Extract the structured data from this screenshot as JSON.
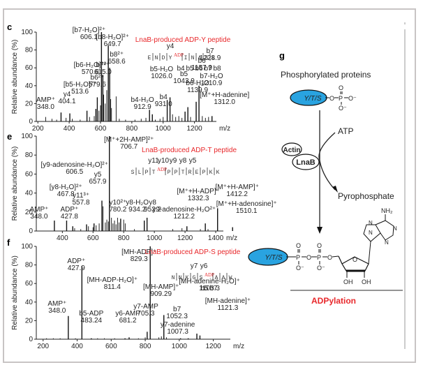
{
  "chart_data": [
    {
      "type": "bar",
      "panel": "c",
      "title": "LnaB-produced ADP-Y peptide",
      "xlabel": "m/z",
      "ylabel": "Relative abundance (%)",
      "xlim": [
        190,
        1340
      ],
      "ylim": [
        0,
        100
      ],
      "xticks": [
        "200",
        "400",
        "600",
        "800",
        "1000",
        "1200"
      ],
      "yticks": [
        "0",
        "20",
        "40",
        "60",
        "80",
        "100"
      ],
      "sequence": {
        "residues": [
          "E",
          "N",
          "D",
          "Y",
          "I",
          "N",
          "A",
          "S",
          "L"
        ],
        "modified_index": 3,
        "mod_label": "ADP",
        "top_ions": [
          "y4"
        ],
        "bottom_ions": [
          "b4",
          "b5",
          "b6",
          "b7",
          "b8"
        ]
      },
      "peaks": [
        {
          "mz": 348.0,
          "value": 10,
          "label": "AMP⁺",
          "label2": "348.0"
        },
        {
          "mz": 404.1,
          "value": 9,
          "label": "y4",
          "label2": "404.1"
        },
        {
          "mz": 513.6,
          "value": 12,
          "label": "[b5-H₂O]²⁺",
          "label2": "513.6"
        },
        {
          "mz": 570.6,
          "value": 14,
          "label": "[b6-H₂O]²⁺",
          "label2": "570.6"
        },
        {
          "mz": 579.6,
          "value": 27,
          "label": "b6²⁺",
          "label2": "579.6"
        },
        {
          "mz": 606.1,
          "value": 100,
          "label": "[b7-H₂O]²⁺",
          "label2": "606.1"
        },
        {
          "mz": 615.0,
          "value": 52,
          "label": "b7²⁺",
          "label2": "615.0"
        },
        {
          "mz": 649.7,
          "value": 85,
          "label": "[b8-H₂O]²⁺",
          "label2": "649.7"
        },
        {
          "mz": 658.6,
          "value": 60,
          "label": "b8²⁺",
          "label2": "658.6"
        },
        {
          "mz": 912.9,
          "value": 13,
          "label": "b4-H₂O",
          "label2": "912.9"
        },
        {
          "mz": 931.0,
          "value": 8,
          "label": "b4",
          "label2": "931.0"
        },
        {
          "mz": 1026.0,
          "value": 24,
          "label": "b5-H₂O",
          "label2": "1026.0"
        },
        {
          "mz": 1043.9,
          "value": 27,
          "label": "b5",
          "label2": "1043.9"
        },
        {
          "mz": 1139.9,
          "value": 11,
          "label": "b6-H₂O",
          "label2": "1139.9"
        },
        {
          "mz": 1157.9,
          "value": 16,
          "label": "b6",
          "label2": "1157.9"
        },
        {
          "mz": 1210.9,
          "value": 22,
          "label": "b7-H₂O",
          "label2": "1210.9"
        },
        {
          "mz": 1228.9,
          "value": 40,
          "label": "b7",
          "label2": "1228.9"
        },
        {
          "mz": 1312.0,
          "value": 6,
          "label": "[M⁺+H-adenine]",
          "label2": "1312.0"
        }
      ],
      "minor_peaks": [
        [
          250,
          5
        ],
        [
          290,
          3
        ],
        [
          320,
          2
        ],
        [
          380,
          4
        ],
        [
          420,
          3
        ],
        [
          470,
          2
        ],
        [
          530,
          5
        ],
        [
          560,
          6
        ],
        [
          590,
          12
        ],
        [
          600,
          18
        ],
        [
          620,
          30
        ],
        [
          630,
          20
        ],
        [
          640,
          35
        ],
        [
          665,
          25
        ],
        [
          670,
          15
        ],
        [
          700,
          28
        ],
        [
          720,
          3
        ],
        [
          760,
          2
        ],
        [
          820,
          2
        ],
        [
          860,
          3
        ],
        [
          890,
          4
        ],
        [
          950,
          2
        ],
        [
          980,
          3
        ],
        [
          1000,
          5
        ],
        [
          1060,
          8
        ],
        [
          1080,
          5
        ],
        [
          1100,
          6
        ],
        [
          1120,
          4
        ],
        [
          1175,
          5
        ],
        [
          1250,
          6
        ],
        [
          1270,
          4
        ],
        [
          1290,
          5
        ]
      ]
    },
    {
      "type": "bar",
      "panel": "e",
      "title": "LnaB-produced ADP-T peptide",
      "xlabel": "m/z",
      "ylabel": "Relative abundance (%)",
      "xlim": [
        230,
        1450
      ],
      "ylim": [
        0,
        100
      ],
      "xticks": [
        "400",
        "600",
        "800",
        "1000",
        "1200",
        "1400"
      ],
      "yticks": [
        "0",
        "20",
        "40",
        "60",
        "80",
        "100"
      ],
      "sequence": {
        "residues": [
          "S",
          "L",
          "P",
          "T",
          "P",
          "P",
          "T",
          "R",
          "E",
          "P",
          "K",
          "K"
        ],
        "modified_index": 3,
        "mod_label": "ADP",
        "top_ions": [
          "y11",
          "y10",
          "y9",
          "y8",
          "y5"
        ],
        "bottom_ions": []
      },
      "peaks": [
        {
          "mz": 348.0,
          "value": 11,
          "label": "AMP⁺",
          "label2": "348.0"
        },
        {
          "mz": 427.8,
          "value": 11,
          "label": "ADP⁺",
          "label2": "427.8"
        },
        {
          "mz": 467.8,
          "value": 5,
          "label": "[y8-H₂O]²⁺",
          "label2": "467.8"
        },
        {
          "mz": 557.8,
          "value": 7,
          "label": "y11³⁺",
          "label2": "557.8"
        },
        {
          "mz": 606.5,
          "value": 8,
          "label": "[y9-adenosine-H₂O]²⁺",
          "label2": "606.5"
        },
        {
          "mz": 657.9,
          "value": 32,
          "label": "y5",
          "label2": "657.9"
        },
        {
          "mz": 706.7,
          "value": 100,
          "label": "[M⁺+2H-AMP]²⁺",
          "label2": "706.7"
        },
        {
          "mz": 780.2,
          "value": 13,
          "label": "y10²⁺",
          "label2": "780.2"
        },
        {
          "mz": 934.2,
          "value": 11,
          "label": "y8-H₂O",
          "label2": "934.2"
        },
        {
          "mz": 952.2,
          "value": 14,
          "label": "y8",
          "label2": "952.2"
        },
        {
          "mz": 1212.2,
          "value": 5,
          "label": "y9-adenosine-H₂O²⁺",
          "label2": "1212.2"
        },
        {
          "mz": 1332.3,
          "value": 8,
          "label": "[M⁺+H-ADP]⁺",
          "label2": "1332.3"
        },
        {
          "mz": 1412.2,
          "value": 24,
          "label": "[M⁺+H-AMP]⁺",
          "label2": "1412.2"
        },
        {
          "mz": 1510.1,
          "value": 4,
          "label": "[M⁺+H-adenosine]⁺",
          "label2": "1510.1"
        }
      ],
      "minor_peaks": [
        [
          480,
          3
        ],
        [
          520,
          2
        ],
        [
          570,
          5
        ],
        [
          600,
          4
        ],
        [
          620,
          6
        ],
        [
          640,
          8
        ],
        [
          665,
          26
        ],
        [
          680,
          9
        ],
        [
          690,
          12
        ],
        [
          700,
          10
        ],
        [
          720,
          14
        ],
        [
          730,
          8
        ],
        [
          740,
          11
        ],
        [
          750,
          7
        ],
        [
          760,
          14
        ],
        [
          770,
          9
        ],
        [
          800,
          12
        ],
        [
          810,
          8
        ],
        [
          870,
          2
        ],
        [
          1120,
          2
        ],
        [
          1180,
          3
        ],
        [
          1300,
          2
        ],
        [
          1350,
          2
        ]
      ]
    },
    {
      "type": "bar",
      "panel": "f",
      "title": "LnaB-produced ADP-S peptide",
      "xlabel": "m/z",
      "ylabel": "Relative abundance (%)",
      "xlim": [
        160,
        1300
      ],
      "ylim": [
        0,
        100
      ],
      "xticks": [
        "200",
        "400",
        "600",
        "800",
        "1000",
        "1200"
      ],
      "yticks": [
        "0",
        "20",
        "40",
        "60",
        "80",
        "100"
      ],
      "sequence": {
        "residues": [
          "N",
          "N",
          "K",
          "G",
          "S",
          "A",
          "A",
          "W"
        ],
        "modified_index": 4,
        "mod_label": "ADP",
        "top_ions": [
          "y7",
          "y6"
        ],
        "bottom_ions": [
          "b5",
          "b7"
        ]
      },
      "peaks": [
        {
          "mz": 348.0,
          "value": 25,
          "label": "AMP⁺",
          "label2": "348.0"
        },
        {
          "mz": 427.9,
          "value": 79,
          "label": "ADP⁺",
          "label2": "427.9"
        },
        {
          "mz": 483.24,
          "value": 1,
          "label": "b5-ADP",
          "label2": "483.24"
        },
        {
          "mz": 681.2,
          "value": 1,
          "label": "y6-AMP",
          "label2": "681.2"
        },
        {
          "mz": 705.3,
          "value": 2,
          "label": "y7-AMP",
          "label2": "705.3"
        },
        {
          "mz": 811.4,
          "value": 8,
          "label": "[MH-ADP-H₂O]⁺",
          "label2": "811.4"
        },
        {
          "mz": 829.3,
          "value": 100,
          "label": "[MH-ADP]⁺",
          "label2": "829.3"
        },
        {
          "mz": 909.29,
          "value": 26,
          "label": "[MH-AMP]⁺",
          "label2": "909.29"
        },
        {
          "mz": 1007.3,
          "value": 1,
          "label": "y7-adenine",
          "label2": "1007.3"
        },
        {
          "mz": 1052.3,
          "value": 1,
          "label": "b7",
          "label2": "1052.3"
        },
        {
          "mz": 1103.3,
          "value": 6,
          "label": "[MH-adenine-H₂O]⁺",
          "label2": "1103.3"
        },
        {
          "mz": 1121.3,
          "value": 4,
          "label": "[MH-adenine]⁺",
          "label2": "1121.3"
        }
      ],
      "minor_peaks": [
        [
          220,
          1
        ],
        [
          260,
          1
        ],
        [
          300,
          1
        ],
        [
          390,
          1
        ],
        [
          520,
          1
        ],
        [
          560,
          1
        ],
        [
          620,
          1
        ],
        [
          760,
          1
        ],
        [
          800,
          2
        ],
        [
          880,
          2
        ],
        [
          895,
          3
        ],
        [
          925,
          2
        ]
      ]
    }
  ],
  "panel_g": {
    "letter": "g",
    "top_label": "Phosphorylated proteins",
    "residue": "Y/T/S",
    "atp": "ATP",
    "actin": "Actin",
    "lnab": "LnaB",
    "pyrophosphate": "Pyrophosphate",
    "nh2": "NH₂",
    "oh1": "OH",
    "oh2": "OH",
    "caption": "ADPylation",
    "oval_color": "#29a3e0",
    "caption_color": "#e8282b"
  },
  "colors": {
    "accent_red": "#e8282b",
    "frame": "#c8c4c4"
  }
}
